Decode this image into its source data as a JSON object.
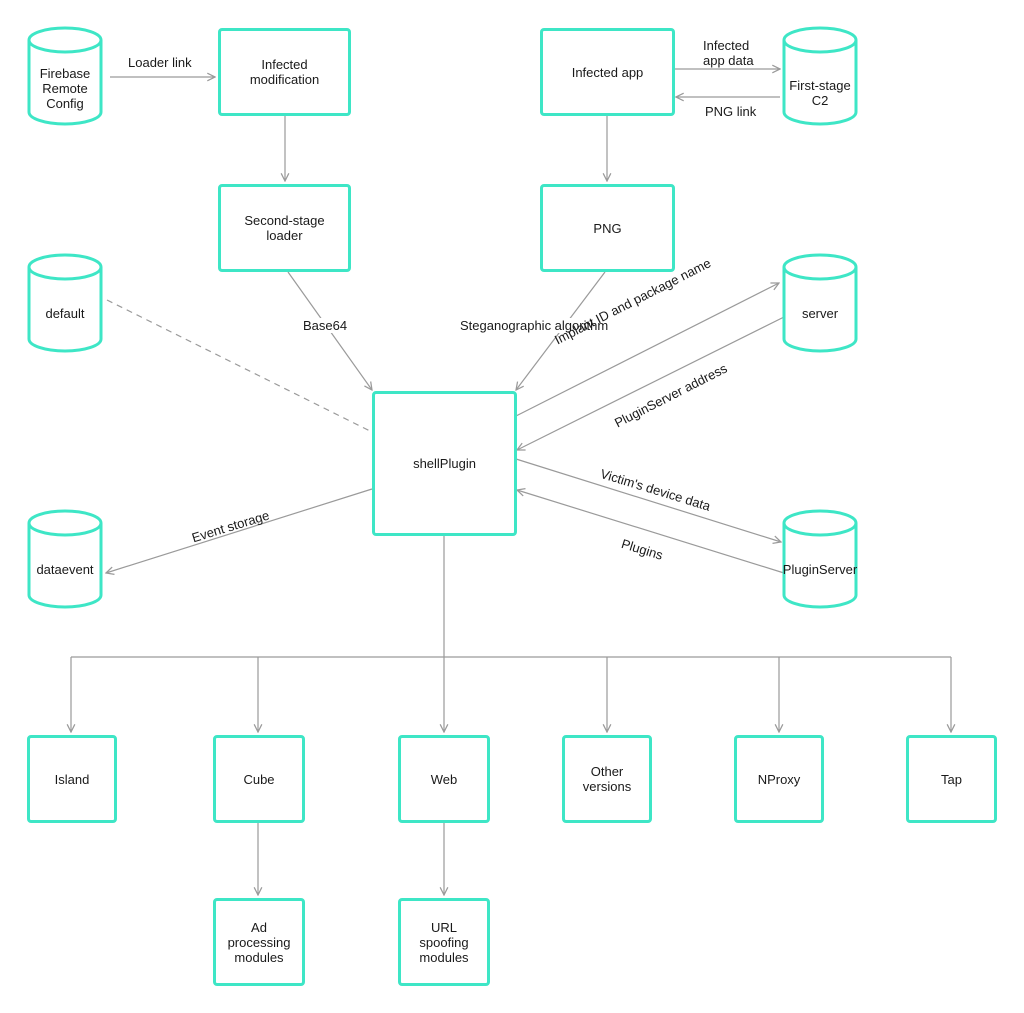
{
  "nodes": {
    "firebase": "Firebase\nRemote\nConfig",
    "infected_modification": "Infected\nmodification",
    "infected_app": "Infected app",
    "first_stage_c2": "First-stage\nC2",
    "second_stage_loader": "Second-stage loader",
    "png": "PNG",
    "default": "default",
    "server": "server",
    "shellplugin": "shellPlugin",
    "dataevent": "dataevent",
    "pluginserver": "PluginServer",
    "island": "Island",
    "cube": "Cube",
    "web": "Web",
    "other_versions": "Other\nversions",
    "nproxy": "NProxy",
    "tap": "Tap",
    "ad_processing": "Ad processing\nmodules",
    "url_spoofing": "URL spoofing\nmodules"
  },
  "edges": {
    "loader_link": "Loader link",
    "infected_app_data": "Infected\napp data",
    "png_link": "PNG link",
    "base64": "Base64",
    "steganographic": "Steganographic algorithm",
    "implant_id": "Implant ID and package name",
    "pluginserver_address": "PluginServer address",
    "event_storage": "Event storage",
    "victim_device_data": "Victim's device data",
    "plugins": "Plugins"
  },
  "colors": {
    "node_border": "#3ee6c6",
    "edge": "#9a9a9a",
    "text": "#1a1a1a"
  }
}
